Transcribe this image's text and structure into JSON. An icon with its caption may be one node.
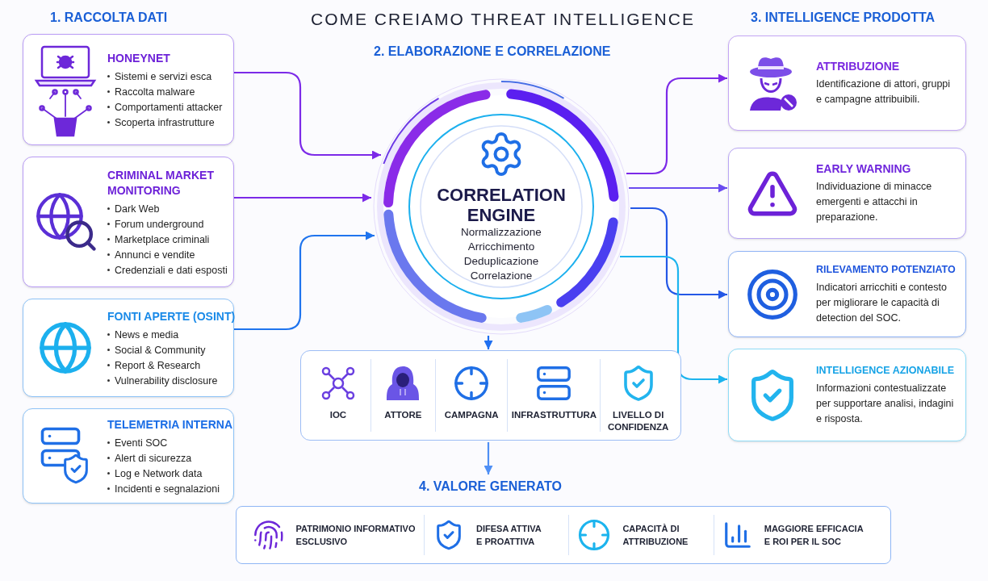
{
  "diagram": {
    "title": "COME CREIAMO THREAT INTELLIGENCE",
    "nodes": [
      {
        "text": [
          "HONEYNET",
          "Sistemi e servizi esca",
          "Raccolta malware",
          "Comportamenti attacker",
          "Scoperta infrastrutture"
        ]
      },
      {
        "text": [
          "CRIMINAL MARKET MONITORING",
          "Dark Web",
          "Forum underground",
          "Marketplace criminali",
          "Annunci e vendite",
          "Credenziali e dati esposti"
        ]
      },
      {
        "text": [
          "FONTI APERTE (OSINT)",
          "News e media",
          "Social & Community",
          "Report & Research",
          "Vulnerability disclosure"
        ]
      },
      {
        "text": [
          "TELEMETRIA INTERNA",
          "Eventi SOC",
          "Alert di sicurezza",
          "Log e Network data",
          "Incidenti e segnalazioni"
        ]
      },
      {
        "text": [
          "CORRELATION ENGINE",
          "Normalizzazione",
          "Arricchimento",
          "Deduplicazione",
          "Correlazione"
        ]
      },
      {
        "text": [
          "ATTRIBUZIONE",
          "Identificazione di attori, gruppi e campagne attribuibili."
        ]
      },
      {
        "text": [
          "EARLY WARNING",
          "Individuazione di minacce emergenti e attacchi in preparazione."
        ]
      },
      {
        "text": [
          "RILEVAMENTO POTENZIATO",
          "Indicatori arricchiti e contesto per migliorare le capacità di detection del SOC."
        ]
      },
      {
        "text": [
          "INTELLIGENCE AZIONABILE",
          "Informazioni contestualizzate per supportare analisi, indagini e risposta."
        ]
      },
      {
        "text": [],
        "shape": "box"
      },
      {
        "text": [
          "IOC"
        ],
        "in": 9
      },
      {
        "text": [
          "ATTORE"
        ],
        "in": 9
      },
      {
        "text": [
          "CAMPAGNA"
        ],
        "in": 9
      },
      {
        "text": [
          "INFRASTRUTTURA"
        ],
        "in": 9
      },
      {
        "text": [
          "LIVELLO DI CONFIDENZA"
        ],
        "in": 9
      },
      {
        "text": [
          "4. VALORE GENERATO"
        ]
      },
      {
        "text": [
          "PATRIMONIO INFORMATIVO ESCLUSIVO"
        ],
        "in": 15
      },
      {
        "text": [
          "DIFESA ATTIVA E PROATTIVA"
        ],
        "in": 15
      },
      {
        "text": [
          "CAPACITÀ DI ATTRIBUZIONE"
        ],
        "in": 15
      },
      {
        "text": [
          "MAGGIORE EFFICACIA E ROI PER IL SOC"
        ],
        "in": 15
      }
    ],
    "edges": [
      {
        "from": 0,
        "to": 4,
        "arrow": "to",
        "color": "#7c2ae8"
      },
      {
        "from": 1,
        "to": 4,
        "arrow": "to",
        "color": "#7c2ae8"
      },
      {
        "from": 2,
        "to": 4,
        "arrow": "to",
        "color": "#1f74ee"
      },
      {
        "from": 4,
        "to": 5,
        "arrow": "to",
        "color": "#7c2ae8"
      },
      {
        "from": 4,
        "to": 6,
        "arrow": "to",
        "color": "#6b4cf0"
      },
      {
        "from": 4,
        "to": 7,
        "arrow": "to",
        "color": "#2458e6"
      },
      {
        "from": 4,
        "to": 8,
        "arrow": "to",
        "color": "#1cb4ee"
      },
      {
        "from": 4,
        "to": 9,
        "arrow": "to",
        "color": "#1f6ff0"
      },
      {
        "from": 9,
        "to": 15,
        "arrow": "to",
        "color": "#4f8ff5"
      }
    ],
    "labels": [
      "1. RACCOLTA DATI",
      "2. ELABORAZIONE E CORRELAZIONE",
      "3. INTELLIGENCE PRODOTTA"
    ]
  }
}
